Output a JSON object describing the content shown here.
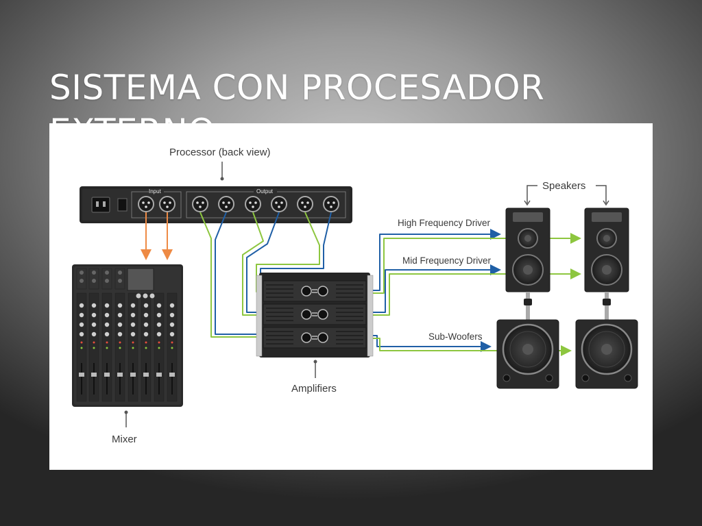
{
  "slide": {
    "title": "SISTEMA CON PROCESADOR EXTERNO"
  },
  "diagram": {
    "labels": {
      "processor": "Processor (back view)",
      "input": "Input",
      "output": "Output",
      "speakers": "Speakers",
      "high_freq": "High Frequency Driver",
      "mid_freq": "Mid Frequency Driver",
      "sub_woofers": "Sub-Woofers",
      "amplifiers": "Amplifiers",
      "mixer": "Mixer"
    },
    "colors": {
      "arrow_orange": "#ee8a44",
      "cable_green": "#8dc63f",
      "cable_blue": "#1f5fa6",
      "equipment_dark": "#2a2a2a",
      "label_text": "#3a3a3a"
    },
    "icons": {
      "processor": "processor-rack-icon",
      "mixer": "mixer-console-icon",
      "amplifier": "amplifier-rack-icon",
      "speaker": "speaker-cabinet-icon",
      "subwoofer": "subwoofer-cabinet-icon"
    }
  }
}
